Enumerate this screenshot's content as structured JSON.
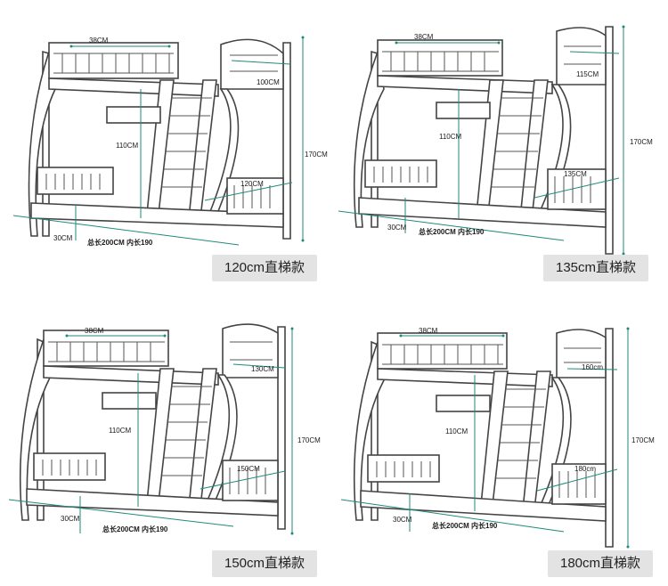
{
  "panels": [
    {
      "caption": "120cm直梯款",
      "dims": {
        "top_rail": "38CM",
        "upper_width": "100CM",
        "ladder_height": "110CM",
        "total_height": "170CM",
        "lower_width": "120CM",
        "base_height": "30CM",
        "length": "总长200CM  内长190"
      }
    },
    {
      "caption": "135cm直梯款",
      "dims": {
        "top_rail": "38CM",
        "upper_width": "115CM",
        "ladder_height": "110CM",
        "total_height": "170CM",
        "lower_width": "135CM",
        "base_height": "30CM",
        "length": "总长200CM  内长190"
      }
    },
    {
      "caption": "150cm直梯款",
      "dims": {
        "top_rail": "38CM",
        "upper_width": "130CM",
        "ladder_height": "110CM",
        "total_height": "170CM",
        "lower_width": "150CM",
        "base_height": "30CM",
        "length": "总长200CM  内长190"
      }
    },
    {
      "caption": "180cm直梯款",
      "dims": {
        "top_rail": "38CM",
        "upper_width": "160cm",
        "ladder_height": "110CM",
        "total_height": "170CM",
        "lower_width": "180cm",
        "base_height": "30CM",
        "length": "总长200CM  内长190"
      }
    }
  ],
  "colors": {
    "dimension_line": "#1f8a7a",
    "frame": "#444444",
    "caption_bg": "#e3e3e3"
  }
}
